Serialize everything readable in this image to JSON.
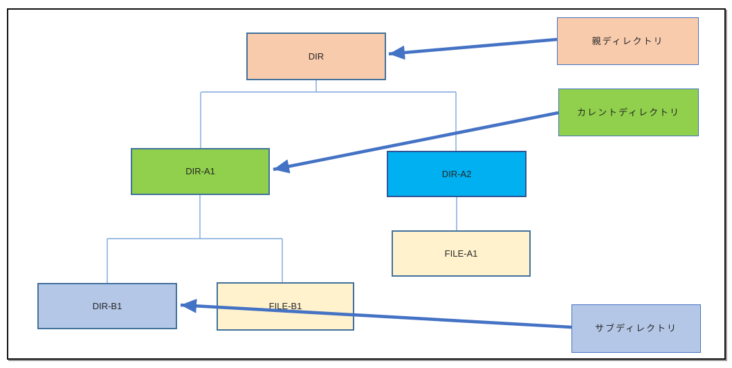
{
  "diagram": {
    "nodes": [
      {
        "id": "dir",
        "label": "DIR",
        "fill": "#F8CBAD",
        "border": "#41719C"
      },
      {
        "id": "dir-a1",
        "label": "DIR-A1",
        "fill": "#90D04C",
        "border": "#41719C"
      },
      {
        "id": "dir-a2",
        "label": "DIR-A2",
        "fill": "#00B0F0",
        "border": "#2F5597"
      },
      {
        "id": "file-a1",
        "label": "FILE-A1",
        "fill": "#FFF2CC",
        "border": "#41719C"
      },
      {
        "id": "dir-b1",
        "label": "DIR-B1",
        "fill": "#B4C7E7",
        "border": "#41719C"
      },
      {
        "id": "file-b1",
        "label": "FILE-B1",
        "fill": "#FFF2CC",
        "border": "#41719C"
      }
    ],
    "annotations": [
      {
        "id": "parent-directory",
        "label": "親ディレクトリ",
        "fill": "#F8CBAD",
        "border": "#4472C4",
        "points_to": "DIR"
      },
      {
        "id": "current-directory",
        "label": "カレントディレクトリ",
        "fill": "#90D04C",
        "border": "#4472C4",
        "points_to": "DIR-A1"
      },
      {
        "id": "sub-directory",
        "label": "サブディレクトリ",
        "fill": "#B4C7E7",
        "border": "#4472C4",
        "points_to": "DIR-B1"
      }
    ],
    "colors": {
      "arrow": "#4472C4",
      "connector": "#7CA5DC",
      "text": "#262626",
      "frame_border": "#101010",
      "background": "#FFFFFF"
    }
  }
}
